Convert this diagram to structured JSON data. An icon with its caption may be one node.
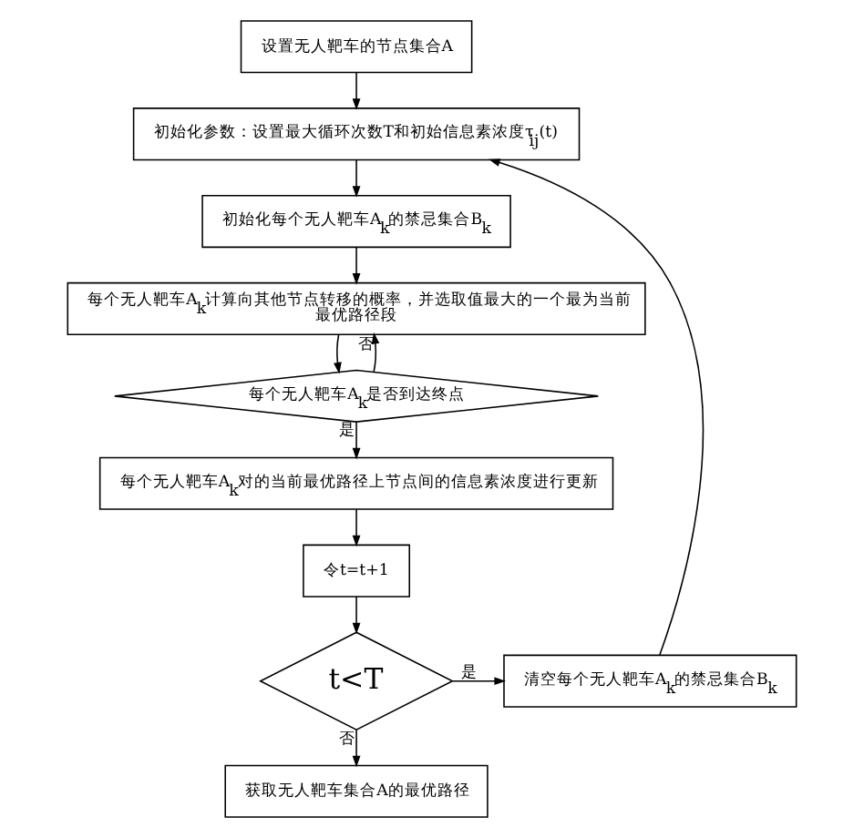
{
  "diagram": {
    "nodes": [
      {
        "text": [
          "设置无人靶车的节点集合A"
        ]
      },
      {
        "text": [
          "初始化参数：设置最大循环次数T和初始信息素浓度τ$_{ij}$(t)"
        ]
      },
      {
        "text": [
          "初始化每个无人靶车A$_{k}$的禁忌集合B$_{k}$"
        ]
      },
      {
        "text": [
          "每个无人靶车A$_{k}$计算向其他节点转移的概率，并选取值最大的一个最为当前最优路径段"
        ]
      },
      {
        "text": [
          "每个无人靶车A$_{k}$是否到达终点"
        ]
      },
      {
        "text": [
          "每个无人靶车A$_{k}$对的当前最优路径上节点间的信息素浓度进行更新"
        ]
      },
      {
        "text": [
          "令t=t+1"
        ]
      },
      {
        "text": [
          "t<T"
        ]
      },
      {
        "text": [
          "清空每个无人靶车A$_{k}$的禁忌集合B$_{k}$"
        ]
      },
      {
        "text": [
          "获取无人靶车集合A的最优路径"
        ]
      }
    ],
    "edges": [
      {
        "from": 0,
        "to": 1,
        "arrow": "to"
      },
      {
        "from": 1,
        "to": 2,
        "arrow": "to"
      },
      {
        "from": 2,
        "to": 3,
        "arrow": "to"
      },
      {
        "from": 3,
        "to": 4,
        "arrow": "to"
      },
      {
        "from": 4,
        "to": 3,
        "arrow": "to",
        "label": "否"
      },
      {
        "from": 4,
        "to": 5,
        "arrow": "to",
        "label": "是"
      },
      {
        "from": 5,
        "to": 6,
        "arrow": "to"
      },
      {
        "from": 6,
        "to": 7,
        "arrow": "to"
      },
      {
        "from": 7,
        "to": 8,
        "arrow": "to",
        "label": "是"
      },
      {
        "from": 7,
        "to": 9,
        "arrow": "to",
        "label": "否"
      },
      {
        "from": 8,
        "to": 1,
        "arrow": "to"
      }
    ]
  }
}
